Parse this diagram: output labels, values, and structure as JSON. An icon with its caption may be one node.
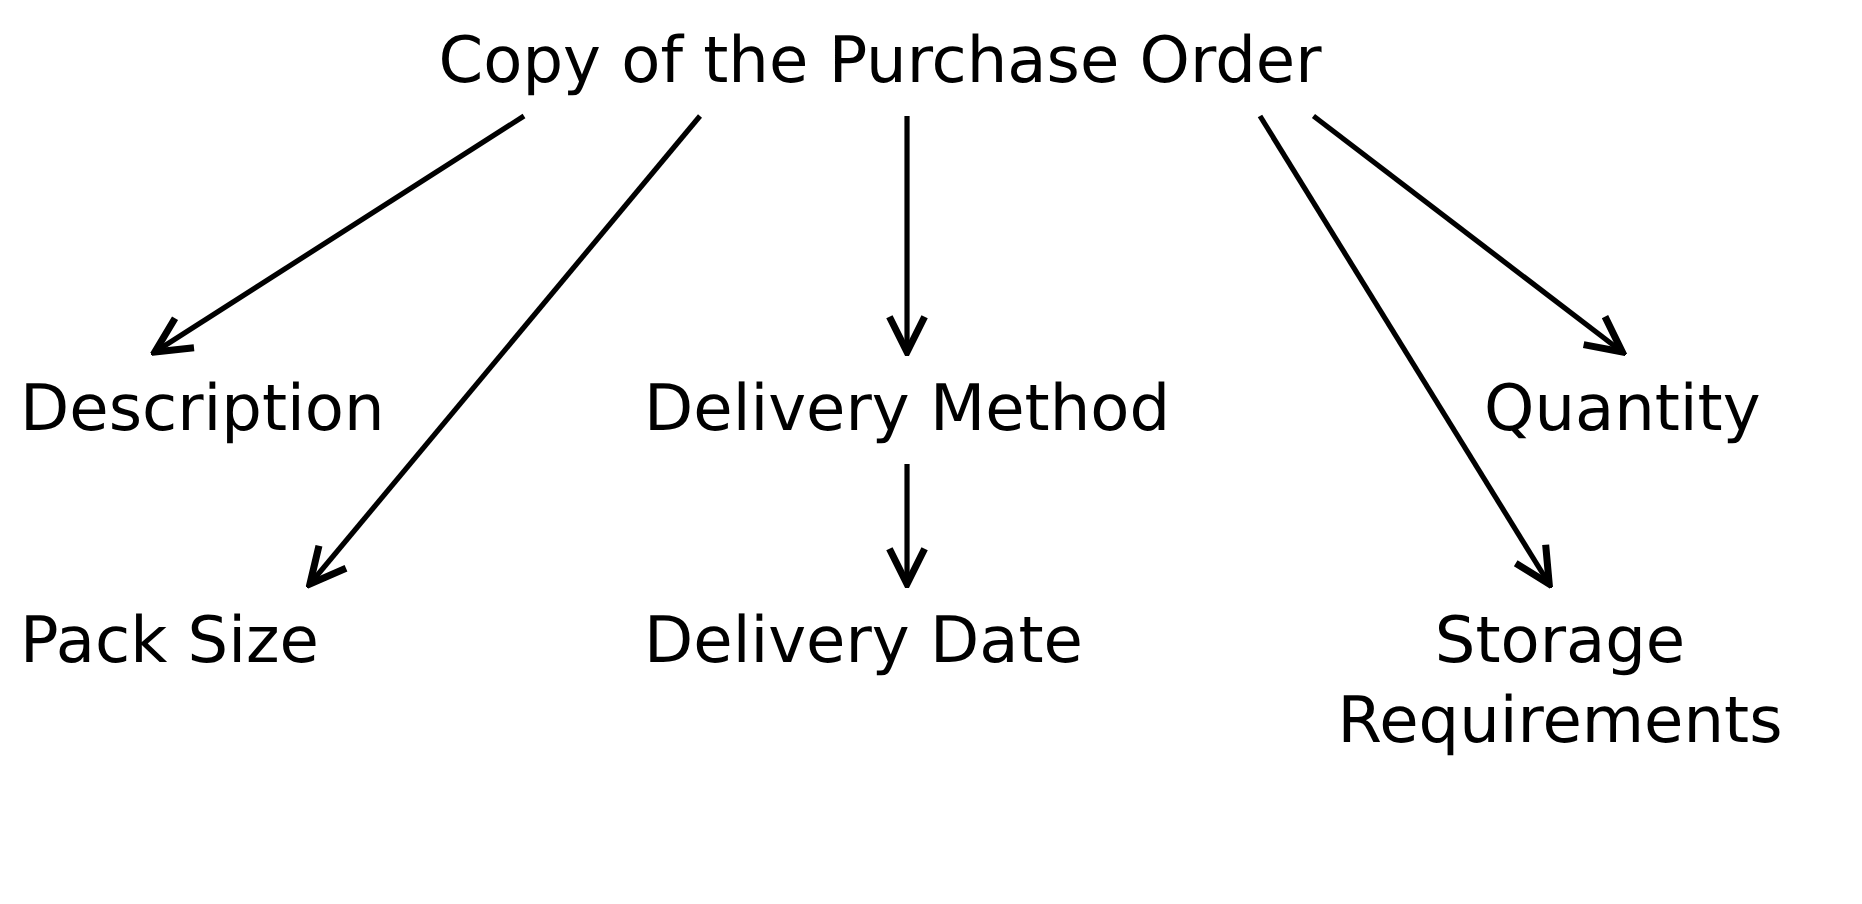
{
  "diagram": {
    "nodes": [
      {
        "text": [
          "Copy of the Purchase Order"
        ]
      },
      {
        "text": [
          "Description"
        ]
      },
      {
        "text": [
          "Delivery Method"
        ]
      },
      {
        "text": [
          "Quantity"
        ]
      },
      {
        "text": [
          "Pack Size"
        ]
      },
      {
        "text": [
          "Delivery Date"
        ]
      },
      {
        "text": [
          "Storage Requirements"
        ]
      }
    ],
    "edges": [
      {
        "from": 0,
        "to": 1,
        "arrow": "to"
      },
      {
        "from": 0,
        "to": 4,
        "arrow": "to"
      },
      {
        "from": 0,
        "to": 2,
        "arrow": "to"
      },
      {
        "from": 2,
        "to": 5,
        "arrow": "to"
      },
      {
        "from": 0,
        "to": 6,
        "arrow": "to"
      },
      {
        "from": 0,
        "to": 3,
        "arrow": "to"
      }
    ]
  }
}
